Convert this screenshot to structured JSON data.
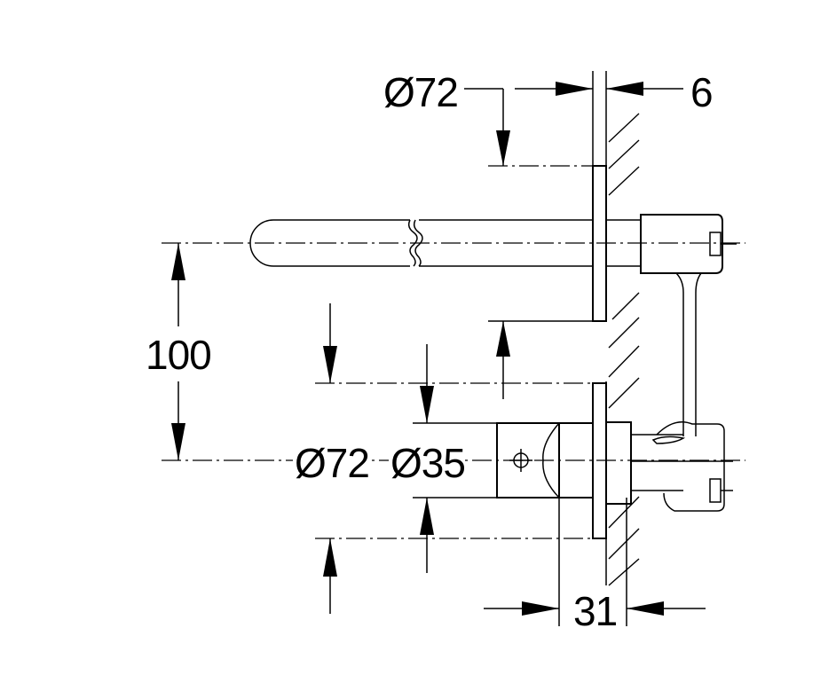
{
  "dimensions": {
    "upper_flange_diameter": "Ø72",
    "plate_thickness": "6",
    "spout_height": "100",
    "lower_flange_diameter": "Ø72",
    "handle_diameter": "Ø35",
    "handle_depth": "31"
  }
}
